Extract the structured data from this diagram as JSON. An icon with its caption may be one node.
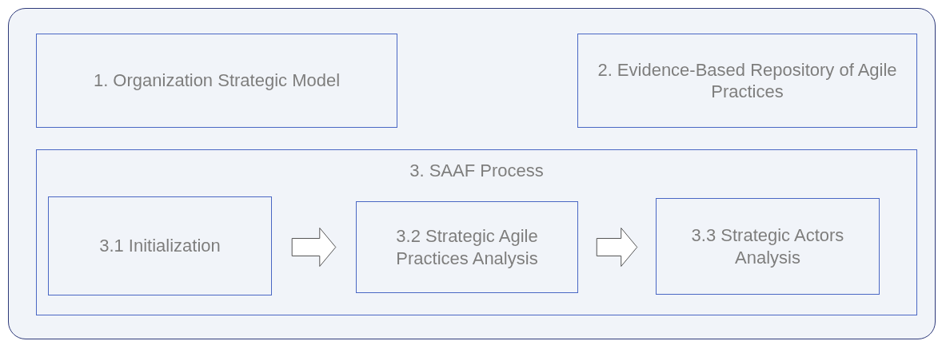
{
  "diagram": {
    "nodes": [
      {
        "text": [],
        "shape": "box"
      },
      {
        "text": [
          "1. Organization Strategic Model"
        ],
        "in": 0
      },
      {
        "text": [
          "2. Evidence-Based Repository of Agile Practices"
        ],
        "in": 0
      },
      {
        "text": [
          "3. SAAF Process"
        ],
        "in": 0
      },
      {
        "text": [
          "3.1 Initialization"
        ],
        "in": 3
      },
      {
        "text": [
          "3.2 Strategic Agile Practices Analysis"
        ],
        "in": 3
      },
      {
        "text": [
          "3.3 Strategic Actors Analysis"
        ],
        "in": 3
      }
    ],
    "edges": [
      {
        "from": 4,
        "to": 5,
        "arrow": "to",
        "style": "thick"
      },
      {
        "from": 5,
        "to": 6,
        "arrow": "to",
        "style": "thick"
      }
    ]
  }
}
